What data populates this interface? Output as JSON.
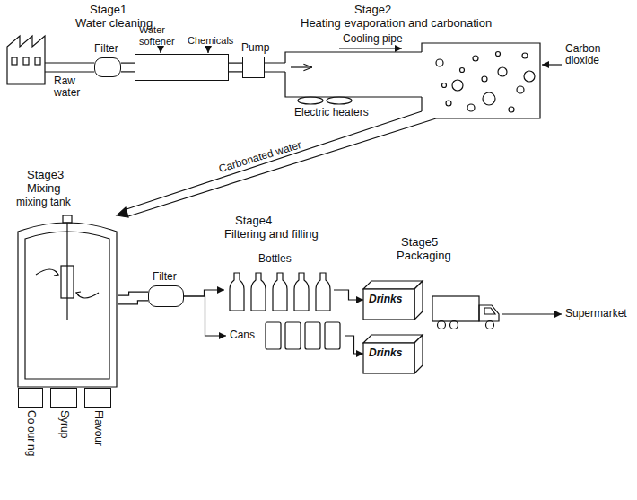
{
  "diagram": {
    "nodes": [
      {
        "text": [
          "Filter"
        ]
      },
      {
        "text": [
          "Water softener",
          "Chemicals"
        ]
      },
      {
        "text": [
          "Pump"
        ]
      },
      {
        "text": [
          "mixing tank"
        ]
      },
      {
        "text": [
          "Colouring"
        ]
      },
      {
        "text": [
          "Syrup"
        ]
      },
      {
        "text": [
          "Flavour"
        ]
      },
      {
        "text": [
          "Filter"
        ]
      },
      {
        "text": [
          "Bottles"
        ]
      },
      {
        "text": [
          "Cans"
        ]
      },
      {
        "text": [
          "Drinks"
        ]
      },
      {
        "text": [
          "Drinks"
        ]
      }
    ],
    "edges": [
      {
        "from": 0,
        "to": 1,
        "arrow": "none"
      },
      {
        "from": 1,
        "to": 2,
        "arrow": "none"
      },
      {
        "from": 3,
        "to": 7,
        "arrow": "none"
      },
      {
        "from": 7,
        "to": 8,
        "arrow": "to"
      },
      {
        "from": 7,
        "to": 9,
        "arrow": "to"
      },
      {
        "from": 8,
        "to": 10,
        "arrow": "to"
      },
      {
        "from": 9,
        "to": 11,
        "arrow": "to"
      }
    ],
    "labels": [
      "Stage1",
      "Water cleaning",
      "Raw water",
      "Stage2",
      "Heating evaporation and carbonation",
      "Cooling pipe",
      "Electric heaters",
      "Carbon dioxide",
      "Carbonated water",
      "Stage3",
      "Mixing",
      "Stage4",
      "Filtering and filling",
      "Stage5",
      "Packaging",
      "Supermarket"
    ]
  }
}
